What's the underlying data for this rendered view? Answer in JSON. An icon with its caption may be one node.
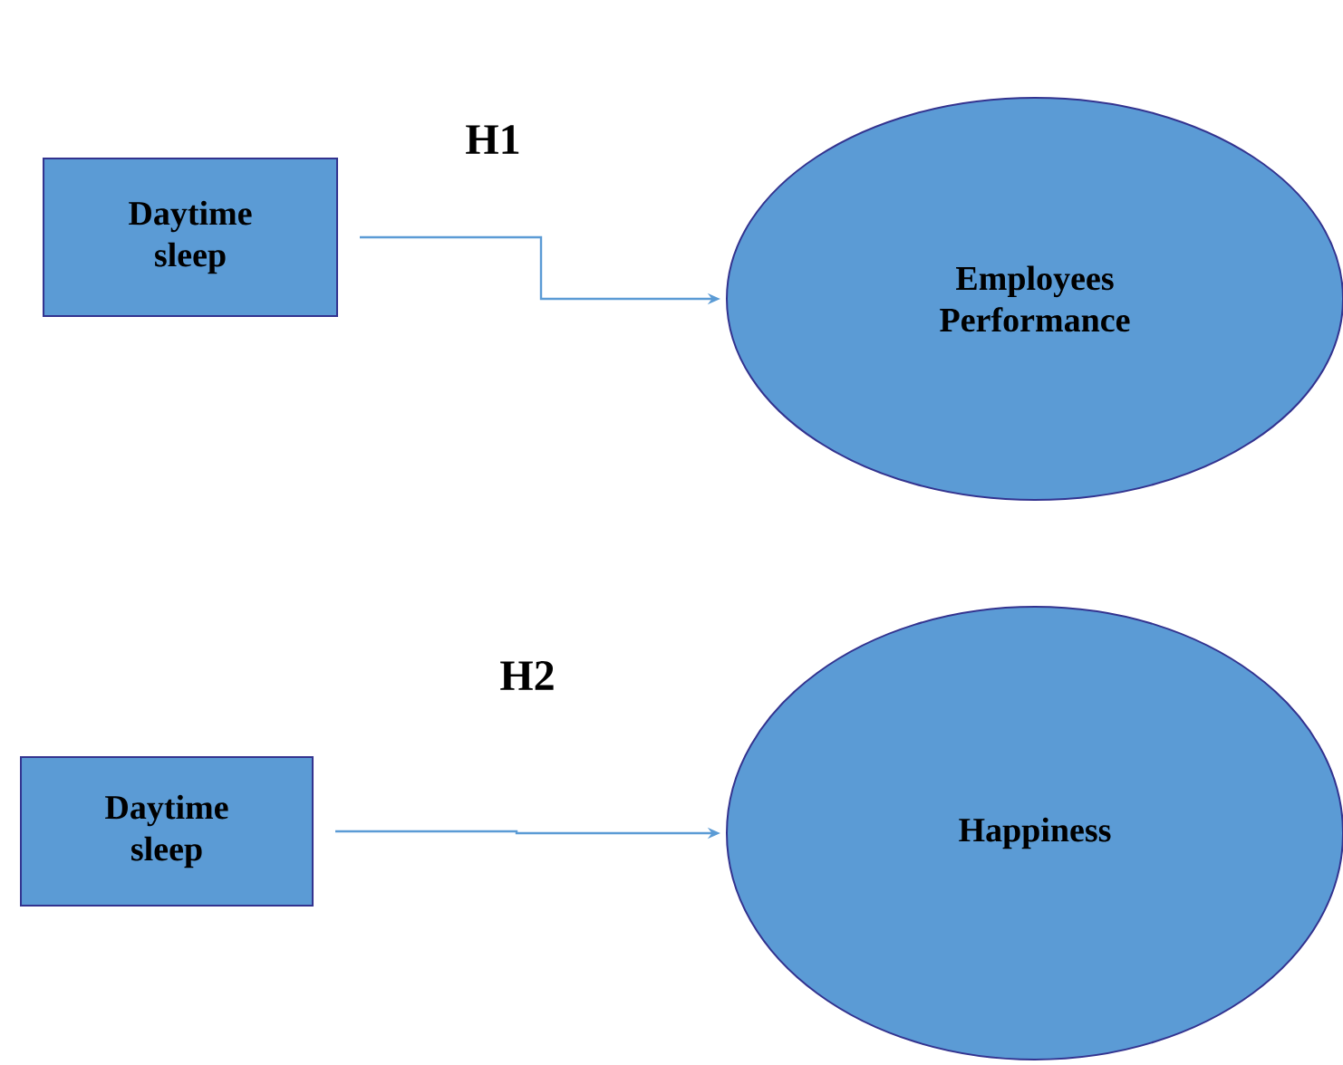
{
  "diagram": {
    "nodes": [
      {
        "text": [
          "Daytime sleep"
        ]
      },
      {
        "text": [
          "Employees Performance"
        ]
      },
      {
        "text": [
          "Daytime sleep"
        ]
      },
      {
        "text": [
          "Happiness"
        ]
      }
    ],
    "edges": [
      {
        "from": 0,
        "to": 1,
        "arrow": "to"
      },
      {
        "from": 2,
        "to": 3,
        "arrow": "to"
      }
    ],
    "labels": [
      "H1",
      "H2"
    ]
  }
}
